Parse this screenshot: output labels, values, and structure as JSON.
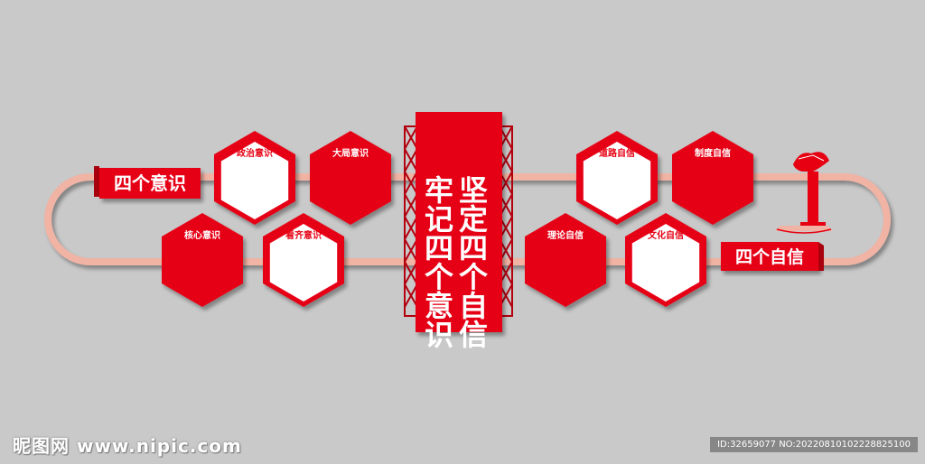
{
  "left_banner": "四个意识",
  "right_banner": "四个自信",
  "center_column_right": "坚定四个自信",
  "center_column_left": "牢记四个意识",
  "left_hexagons": [
    "政治意识",
    "大局意识",
    "核心意识",
    "看齐意识"
  ],
  "right_hexagons": [
    "道路自信",
    "制度自信",
    "理论自信",
    "文化自信"
  ],
  "watermark": {
    "site": "昵图网 www.nipic.com",
    "id_line": "ID:32659077 NO:20220810102228825100"
  },
  "colors": {
    "red": "#e60012",
    "pink_track": "#f0b3a4",
    "background": "#c9c9c9"
  },
  "icons": [
    "huabiao-column-icon"
  ]
}
